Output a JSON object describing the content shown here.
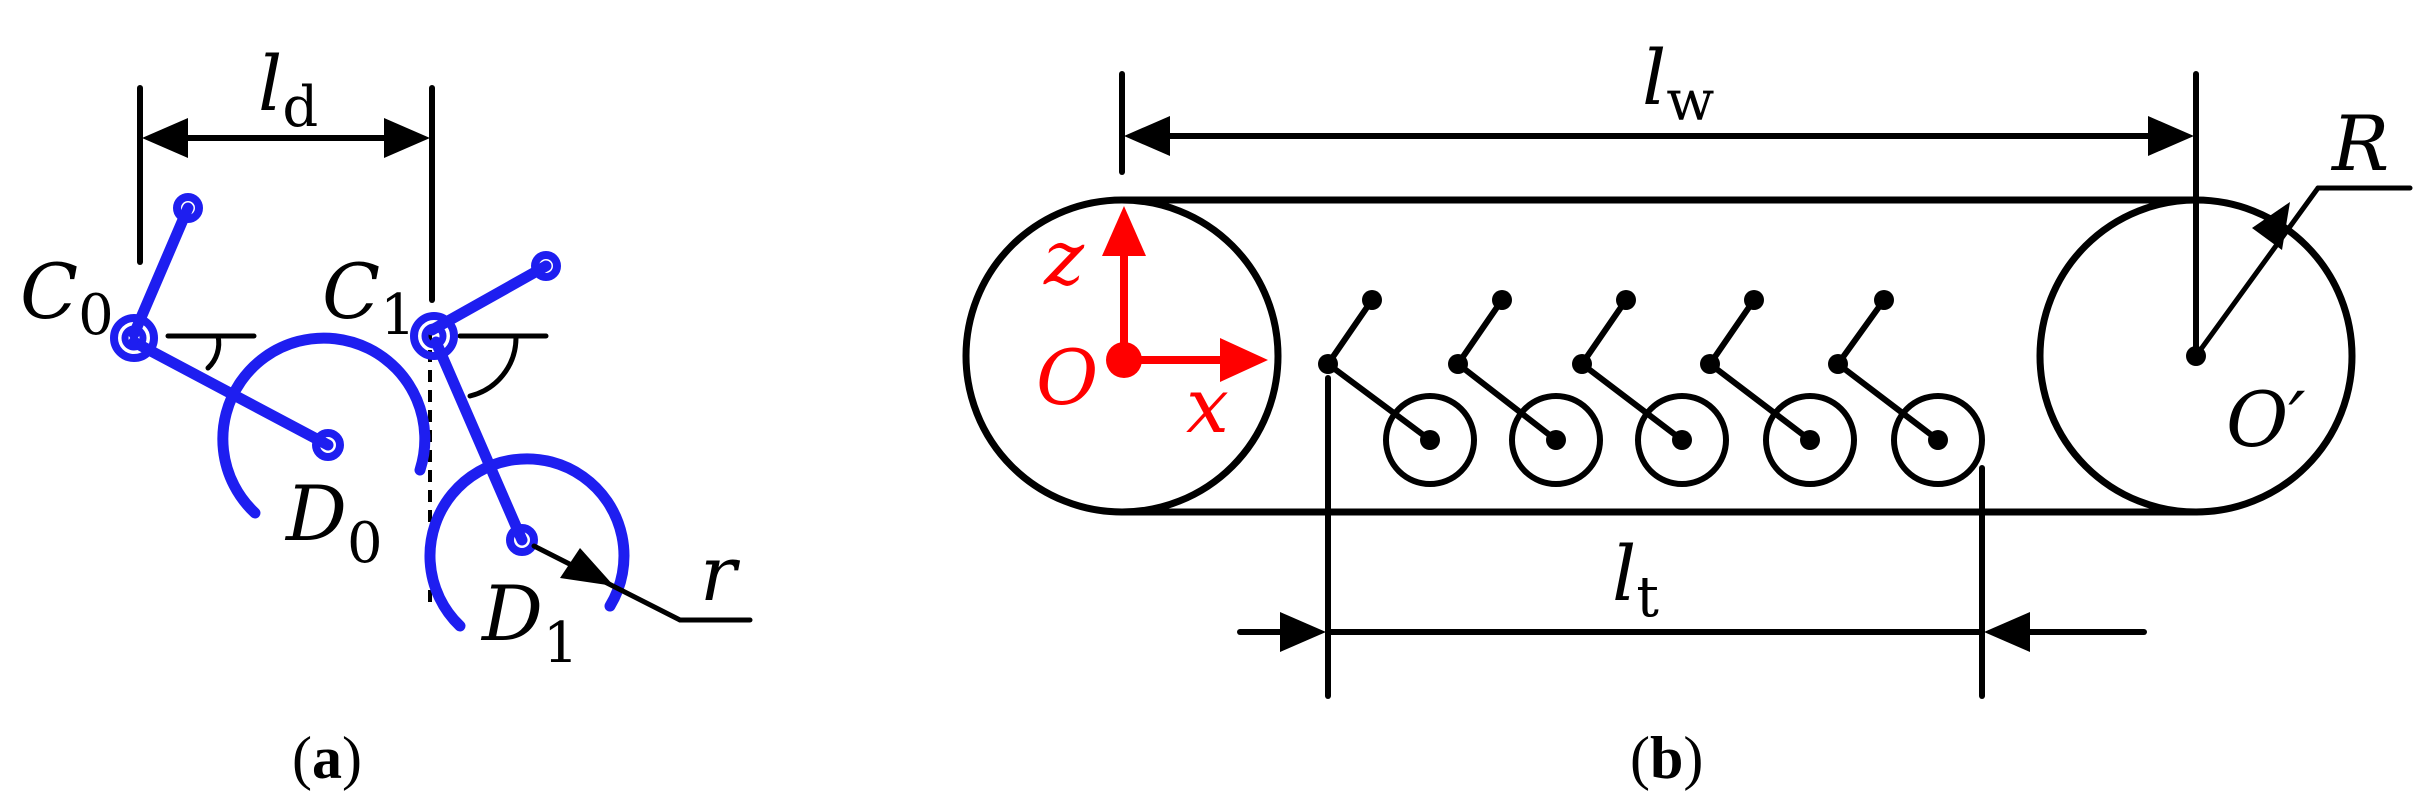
{
  "panel_a": {
    "dimension_label": {
      "main": "l",
      "sub": "d"
    },
    "labels": {
      "c0": {
        "main": "C",
        "sub": "0"
      },
      "c1": {
        "main": "C",
        "sub": "1"
      },
      "d0": {
        "main": "D",
        "sub": "0"
      },
      "d1": {
        "main": "D",
        "sub": "1"
      },
      "radius": "r"
    },
    "caption": {
      "open": "(",
      "letter": "a",
      "close": ")"
    }
  },
  "panel_b": {
    "width_label": {
      "main": "l",
      "sub": "w"
    },
    "track_label": {
      "main": "l",
      "sub": "t"
    },
    "radius_label": "R",
    "origin_label": "O",
    "origin_prime_label": "O′",
    "axis_x_label": "x",
    "axis_z_label": "z",
    "caption": {
      "open": "(",
      "letter": "b",
      "close": ")"
    }
  },
  "colors": {
    "mechanism": "#1e1ef0",
    "axes": "#ff0000",
    "lines": "#000000"
  },
  "icons": {
    "arrowheads": "filled-triangle",
    "joints": "ring-circle"
  }
}
